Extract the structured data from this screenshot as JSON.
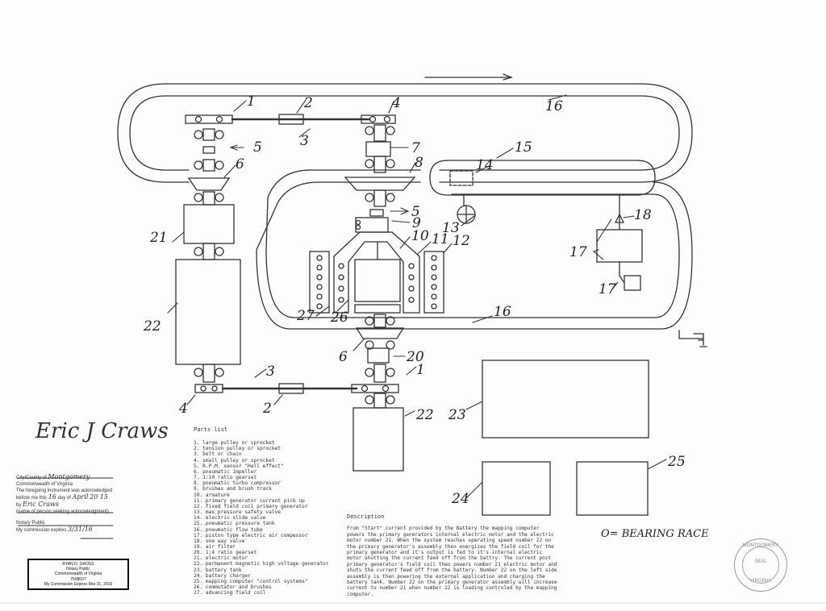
{
  "labels": {
    "n1a": "1",
    "n2a": "2",
    "n3a": "3",
    "n4a": "4",
    "n5a": "5",
    "n6a": "6",
    "n7": "7",
    "n8": "8",
    "n5b": "5",
    "n9": "9",
    "n10": "10",
    "n11": "11",
    "n12": "12",
    "n13": "13",
    "n14": "14",
    "n15": "15",
    "n16a": "16",
    "n16b": "16",
    "n17a": "17",
    "n17b": "17",
    "n18": "18",
    "n21": "21",
    "n22a": "22",
    "n27": "27",
    "n26": "26",
    "n6b": "6",
    "n20": "20",
    "n3b": "3",
    "n1b": "1",
    "n4b": "4",
    "n2b": "2",
    "n22b": "22",
    "n23": "23",
    "n24": "24",
    "n25": "25"
  },
  "parts_list": {
    "title": "Parts list",
    "items": [
      "1. large pulley or sprocket",
      "2. tension pulley or sprocket",
      "3. belt or chain",
      "4. small pulley or sprocket",
      "5. R.P.M. sensor \"Hall effect\"",
      "6. pneumatic impeller",
      "7. 1:10 ratio gearset",
      "8. pneumatic turbo compressor",
      "9. brushes and brush track",
      "10. armature",
      "11. primary generator current pick up",
      "12. fixed field coil primary generator",
      "13. max pressure safety valve",
      "14. electric slide valve",
      "15. pneumatic pressure tank",
      "16. pneumatic flow tube",
      "17. piston type electric air compessor",
      "18. one way valve",
      "19. air filter",
      "20. 1:4 ratio gearset",
      "21. electric motor",
      "22. permanent magnetic high voltage generator",
      "23. battery tank",
      "24. battery charger",
      "25. mapping computer \"control systems\"",
      "26. commutator and brushes",
      "27. advancing field coil"
    ]
  },
  "description": {
    "title": "Description",
    "text": "From \"Start\" current provided by the Battery the mapping computer powers the primary generators internal electric motor and the electric motor number 21. When the system reaches operating speed number 22 on the primary generator's assembly then energizes the field coil for the primary generator and it's output is fed to it's internal electric motor shutting the current feed off from the battry. The current post primary generator's field coil then powers number 21 electric motor and shuts the current feed off from the battery. Number 22 on the left side assembly is then powering the external application and charging the battery tank. Number 22 on the primary generator assembly will increase current to number 21 when number 22 is loading controled by the mapping computer."
  },
  "legend": {
    "symbol": "O",
    "text": "= BEARING RACE"
  },
  "notary": {
    "signature": "Eric J Craws",
    "county_line": "City/County of",
    "county_value": "Montgomery",
    "state_line": "Commonwealth of Virginia",
    "ack_line": "The foregoing instrument was acknowledged",
    "before_me": "before me this",
    "day": "16",
    "day_of": "day of",
    "month": "April",
    "year": "20 15",
    "by": "by",
    "by_value": "Eric Craws",
    "by_caption": "(name of person seeking acknowledgment)",
    "notary_public": "Notary Public",
    "commission": "My commission expires",
    "commission_value": "3/31/16",
    "stamp": [
      "RYAN D. GROSS",
      "Notary Public",
      "Commonwealth of Virginia",
      "7598037",
      "My Commission Expires Mar 31, 2016"
    ]
  },
  "seal": {
    "top": "MONTGOMERY",
    "mid": "SEAL",
    "bottom": "VIRGINIA"
  }
}
